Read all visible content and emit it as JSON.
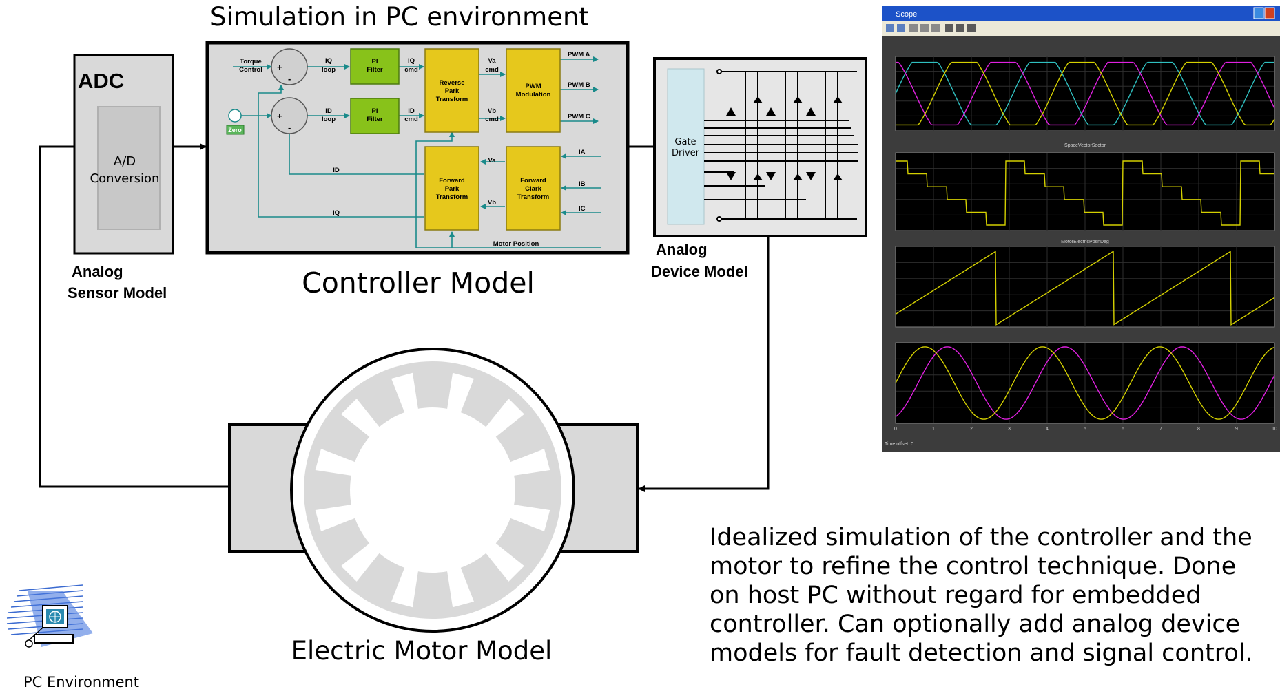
{
  "titles": {
    "simulation": "Simulation in PC environment",
    "controller_model": "Controller Model",
    "electric_motor_model": "Electric Motor Model",
    "analog_sensor_model_line1": "Analog",
    "analog_sensor_model_line2": "Sensor Model",
    "analog_device_model_line1": "Analog",
    "analog_device_model_line2": "Device Model",
    "pc_environment": "PC Environment"
  },
  "adc": {
    "title": "ADC",
    "inner_line1": "A/D",
    "inner_line2": "Conversion"
  },
  "controller": {
    "torque_control_1": "Torque",
    "torque_control_2": "Control",
    "zero": "Zero",
    "iq_loop_1": "IQ",
    "iq_loop_2": "loop",
    "id_loop_1": "ID",
    "id_loop_2": "loop",
    "pi_filter_1": "PI",
    "pi_filter_2": "Filter",
    "iq_cmd_1": "IQ",
    "iq_cmd_2": "cmd",
    "id_cmd_1": "ID",
    "id_cmd_2": "cmd",
    "reverse_park_1": "Reverse",
    "reverse_park_2": "Park",
    "reverse_park_3": "Transform",
    "va_cmd_1": "Va",
    "va_cmd_2": "cmd",
    "vb_cmd_1": "Vb",
    "vb_cmd_2": "cmd",
    "pwm_mod_1": "PWM",
    "pwm_mod_2": "Modulation",
    "pwm_a": "PWM A",
    "pwm_b": "PWM B",
    "pwm_c": "PWM C",
    "forward_park_1": "Forward",
    "forward_park_2": "Park",
    "forward_park_3": "Transform",
    "forward_clark_1": "Forward",
    "forward_clark_2": "Clark",
    "forward_clark_3": "Transform",
    "va": "Va",
    "vb": "Vb",
    "ia": "IA",
    "ib": "IB",
    "ic": "IC",
    "id": "ID",
    "iq": "IQ",
    "motor_position": "Motor Position",
    "plus": "+",
    "minus": "-"
  },
  "gate_driver": {
    "line1": "Gate",
    "line2": "Driver"
  },
  "scope": {
    "window_title": "Scope",
    "panel2_title": "SpaceVectorSector",
    "panel3_title": "MotorElectricPosnDeg",
    "time_offset": "Time offset:  0",
    "x_ticks": [
      "0",
      "1",
      "2",
      "3",
      "4",
      "5",
      "6",
      "7",
      "8",
      "9",
      "10"
    ],
    "colors": {
      "cyan": "#2fbfbf",
      "magenta": "#e020e0",
      "yellow": "#d4d000",
      "bg": "#000000",
      "frame": "#808080"
    }
  },
  "description": {
    "lines": [
      "Idealized simulation of the controller and the",
      "motor to refine the control technique. Done",
      "on host PC without regard for embedded",
      "controller. Can optionally add analog device",
      "models for fault detection and signal control."
    ]
  },
  "icons": {
    "pc": "computer-globe-icon"
  }
}
